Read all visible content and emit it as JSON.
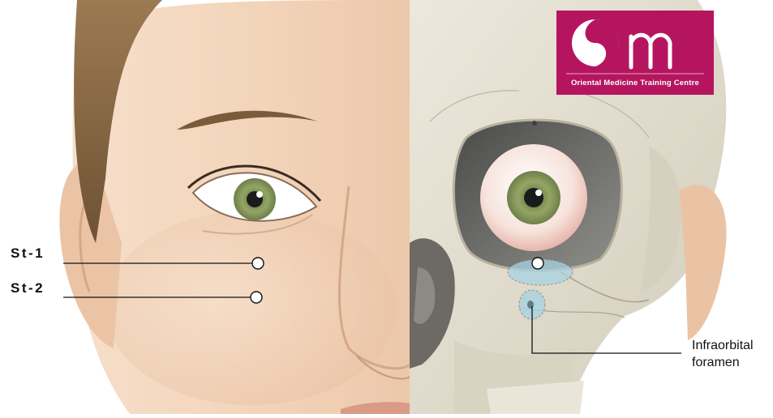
{
  "labels": {
    "st1": "St-1",
    "st2": "St-2",
    "infraorbital_line1": "Infraorbital",
    "infraorbital_line2": "foramen"
  },
  "logo": {
    "text": "Oriental Medicine Training Centre",
    "color": "#b5155f"
  },
  "colors": {
    "skin": "#f3d6bd",
    "skull": "#e4dfcf",
    "hair": "#8a6a44",
    "iris": "#8a9a5a",
    "marker_fill": "#ffffff",
    "highlight": "#a9d3e2"
  }
}
